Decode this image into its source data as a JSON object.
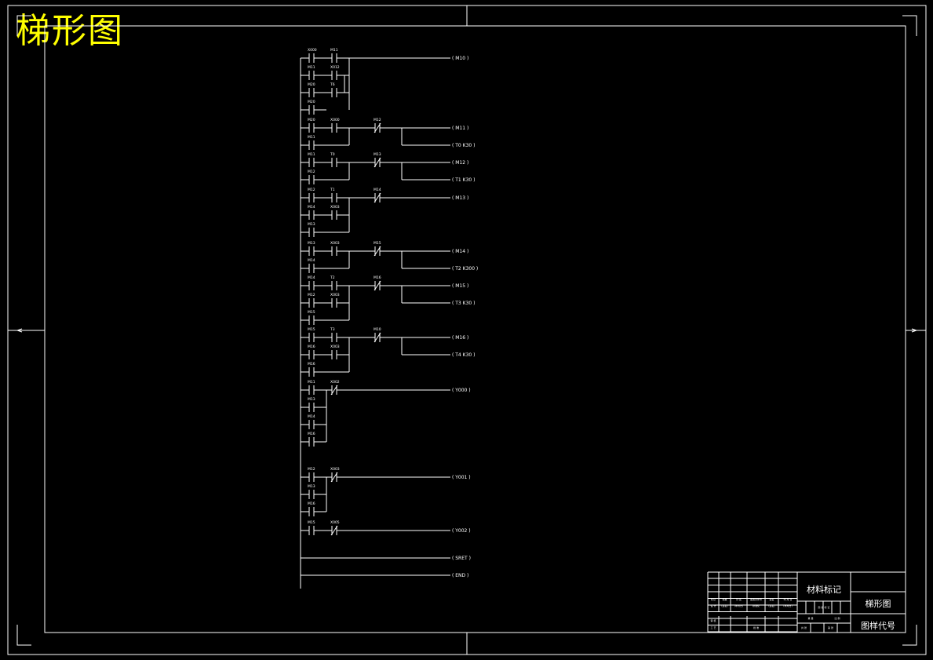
{
  "title": "梯形图",
  "rungs": [
    {
      "contacts": [
        {
          "label": "X000",
          "nc": false
        },
        {
          "label": "M11",
          "nc": false
        }
      ],
      "parallel": [
        [
          {
            "label": "M11",
            "nc": false
          },
          {
            "label": "X012",
            "nc": false
          }
        ],
        [
          {
            "label": "M20",
            "nc": false
          },
          {
            "label": "T6",
            "nc": false
          }
        ],
        [
          {
            "label": "M20",
            "nc": false
          }
        ]
      ],
      "coils": [
        "M10"
      ]
    },
    {
      "contacts": [
        {
          "label": "M20",
          "nc": false
        },
        {
          "label": "X000",
          "nc": false
        },
        {
          "label": "M12",
          "nc": true
        }
      ],
      "parallel": [
        [
          {
            "label": "M11",
            "nc": false
          }
        ]
      ],
      "coils": [
        "M11",
        "T0 K30"
      ]
    },
    {
      "contacts": [
        {
          "label": "M11",
          "nc": false
        },
        {
          "label": "T0",
          "nc": false
        },
        {
          "label": "M13",
          "nc": true
        }
      ],
      "parallel": [
        [
          {
            "label": "M12",
            "nc": false
          }
        ]
      ],
      "coils": [
        "M12",
        "T1 K30"
      ]
    },
    {
      "contacts": [
        {
          "label": "M12",
          "nc": false
        },
        {
          "label": "T1",
          "nc": false
        },
        {
          "label": "M14",
          "nc": true
        }
      ],
      "parallel": [
        [
          {
            "label": "M14",
            "nc": false
          },
          {
            "label": "X003",
            "nc": false
          }
        ],
        [
          {
            "label": "M13",
            "nc": false
          }
        ]
      ],
      "coils": [
        "M13"
      ]
    },
    {
      "contacts": [
        {
          "label": "M13",
          "nc": false
        },
        {
          "label": "X003",
          "nc": false
        },
        {
          "label": "M15",
          "nc": true
        }
      ],
      "parallel": [
        [
          {
            "label": "M14",
            "nc": false
          }
        ]
      ],
      "coils": [
        "M14",
        "T2 K300"
      ]
    },
    {
      "contacts": [
        {
          "label": "M14",
          "nc": false
        },
        {
          "label": "T2",
          "nc": false
        },
        {
          "label": "M16",
          "nc": true
        }
      ],
      "parallel": [
        [
          {
            "label": "M12",
            "nc": false
          },
          {
            "label": "X003",
            "nc": false
          }
        ],
        [
          {
            "label": "M15",
            "nc": false
          }
        ]
      ],
      "coils": [
        "M15",
        "T3 K30"
      ]
    },
    {
      "contacts": [
        {
          "label": "M15",
          "nc": false
        },
        {
          "label": "T3",
          "nc": false
        },
        {
          "label": "M10",
          "nc": true
        }
      ],
      "parallel": [
        [
          {
            "label": "M16",
            "nc": false
          },
          {
            "label": "X003",
            "nc": false
          }
        ],
        [
          {
            "label": "M16",
            "nc": false
          }
        ]
      ],
      "coils": [
        "M16",
        "T4 K30"
      ]
    },
    {
      "contacts": [
        {
          "label": "M11",
          "nc": false
        },
        {
          "label": "X002",
          "nc": true
        }
      ],
      "parallel": [
        [
          {
            "label": "M13",
            "nc": false
          }
        ],
        [
          {
            "label": "M14",
            "nc": false
          }
        ],
        [
          {
            "label": "M16",
            "nc": false
          }
        ]
      ],
      "coils": [
        "Y000"
      ]
    },
    {
      "contacts": [
        {
          "label": "M12",
          "nc": false
        },
        {
          "label": "X003",
          "nc": true
        }
      ],
      "parallel": [
        [
          {
            "label": "M13",
            "nc": false
          }
        ],
        [
          {
            "label": "M16",
            "nc": false
          }
        ]
      ],
      "coils": [
        "Y001"
      ]
    },
    {
      "contacts": [
        {
          "label": "M15",
          "nc": false
        },
        {
          "label": "X005",
          "nc": true
        }
      ],
      "parallel": [],
      "coils": [
        "Y002"
      ]
    },
    {
      "contacts": [],
      "parallel": [],
      "coils": [
        "SRET"
      ]
    },
    {
      "contacts": [],
      "parallel": [],
      "coils": [
        "END"
      ]
    }
  ],
  "title_block": {
    "material_mark": "材料标记",
    "drawing_name": "梯形图",
    "drawing_code": "图样代号",
    "cells": [
      "标记",
      "处数",
      "分 区",
      "更改文件号",
      "签名",
      "年.月.日",
      "设 计",
      "(签名)",
      "(年月日)",
      "标准化",
      "(签名)",
      "(年月日)",
      "审 核",
      "工 艺",
      "批 准",
      "阶 段 标 记",
      "重 量",
      "比 例",
      "共 张",
      "第 张"
    ]
  }
}
